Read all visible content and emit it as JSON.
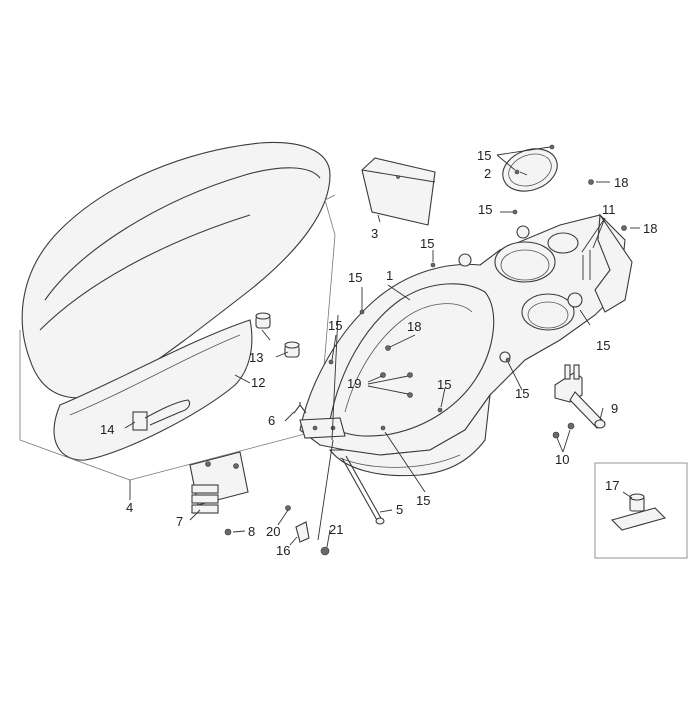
{
  "callouts": [
    {
      "id": "c15a",
      "text": "15"
    },
    {
      "id": "c2",
      "text": "2"
    },
    {
      "id": "c18a",
      "text": "18"
    },
    {
      "id": "c15b",
      "text": "15"
    },
    {
      "id": "c11",
      "text": "11"
    },
    {
      "id": "c18b",
      "text": "18"
    },
    {
      "id": "c3",
      "text": "3"
    },
    {
      "id": "c15c",
      "text": "15"
    },
    {
      "id": "c15d",
      "text": "15"
    },
    {
      "id": "c1",
      "text": "1"
    },
    {
      "id": "c15e",
      "text": "15"
    },
    {
      "id": "c18c",
      "text": "18"
    },
    {
      "id": "c15f",
      "text": "15"
    },
    {
      "id": "c13",
      "text": "13"
    },
    {
      "id": "c12",
      "text": "12"
    },
    {
      "id": "c19",
      "text": "19"
    },
    {
      "id": "c15g",
      "text": "15"
    },
    {
      "id": "c15h",
      "text": "15"
    },
    {
      "id": "c9",
      "text": "9"
    },
    {
      "id": "c6",
      "text": "6"
    },
    {
      "id": "c14",
      "text": "14"
    },
    {
      "id": "c10",
      "text": "10"
    },
    {
      "id": "c15i",
      "text": "15"
    },
    {
      "id": "c4",
      "text": "4"
    },
    {
      "id": "c17",
      "text": "17"
    },
    {
      "id": "c5",
      "text": "5"
    },
    {
      "id": "c7",
      "text": "7"
    },
    {
      "id": "c8",
      "text": "8"
    },
    {
      "id": "c20",
      "text": "20"
    },
    {
      "id": "c21",
      "text": "21"
    },
    {
      "id": "c16",
      "text": "16"
    }
  ]
}
